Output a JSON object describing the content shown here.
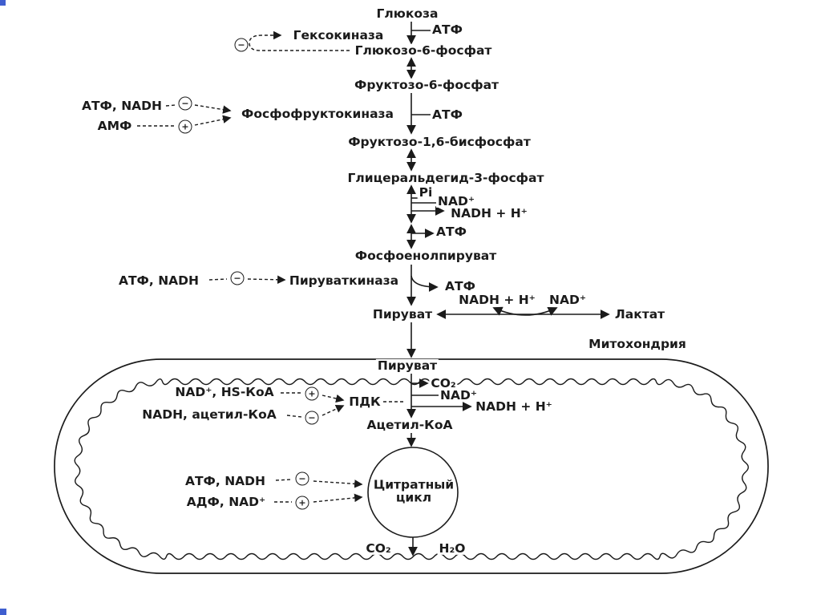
{
  "symbols": {
    "minus": "−",
    "plus": "+"
  },
  "colors": {
    "line": "#1b1b1b",
    "corner_accent": "#3f5ecf",
    "background": "#ffffff"
  },
  "labels": {
    "glucose": "Глюкоза",
    "hexokinase": "Гексокиназа",
    "atp_hexokinase": "АТФ",
    "glucose_6_phosphate": "Глюкозо-6-фосфат",
    "fructose_6_phosphate": "Фруктозо-6-фосфат",
    "pfk_inhibitors": "АТФ, NADH",
    "pfk_activator": "АМФ",
    "phosphofructokinase": "Фосфофруктокиназа",
    "atp_pfk": "АТФ",
    "fructose_16_bisphosphate": "Фруктозо-1,6-бисфосфат",
    "glyceraldehyde_3_phosphate": "Глицеральдегид-3-фосфат",
    "pi": "Pi",
    "nad_gapdh": "NAD⁺",
    "nadh_gapdh": "NADH + H⁺",
    "atp_mid": "АТФ",
    "phosphoenolpyruvate": "Фосфоенолпируват",
    "pk_inhibitors": "АТФ, NADH",
    "pyruvate_kinase": "Пируваткиназа",
    "atp_pk": "АТФ",
    "nadh_ldh": "NADH + H⁺",
    "nad_ldh": "NAD⁺",
    "pyruvate_cytosol": "Пируват",
    "lactate": "Лактат",
    "mitochondria": "Митохондрия",
    "pyruvate_mito": "Пируват",
    "co2_pdh": "CO₂",
    "nad_pdh": "NAD⁺",
    "nadh_pdh": "NADH + H⁺",
    "pdk_activators": "NAD⁺, HS-КоА",
    "pdk": "ПДК",
    "pdk_inhibitors": "NADH, ацетил-КоА",
    "acetyl_koa": "Ацетил-КоА",
    "cc_inhibitors": "АТФ, NADH",
    "cc_activators": "АДФ, NAD⁺",
    "citrate_cycle": "Цитратный\nцикл",
    "co2_cc": "CO₂",
    "h2o": "H₂O"
  }
}
